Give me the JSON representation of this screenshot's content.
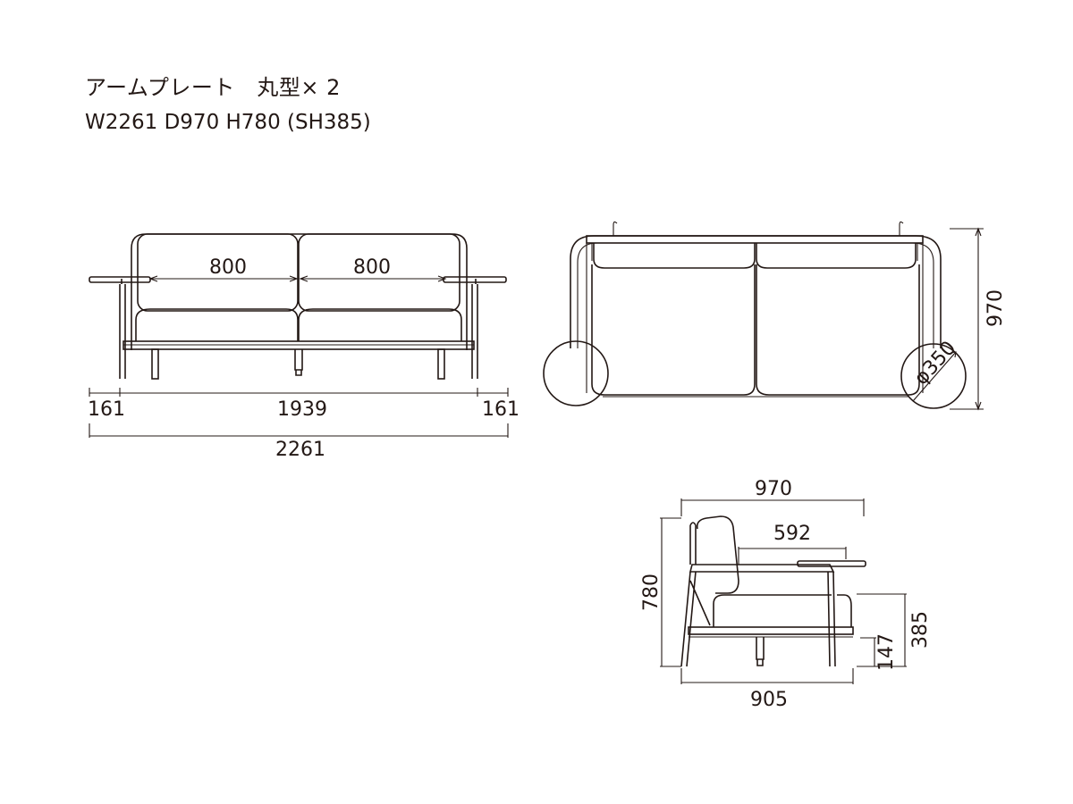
{
  "header": {
    "title": "アームプレート　丸型× 2",
    "spec": "W2261 D970 H780 (SH385)"
  },
  "front_view": {
    "seat_width_left": "800",
    "seat_width_right": "800",
    "arm_left": "161",
    "inner_width": "1939",
    "arm_right": "161",
    "total_width": "2261"
  },
  "top_view": {
    "depth": "970",
    "plate_diameter": "φ350"
  },
  "side_view": {
    "depth": "970",
    "plate_extent": "592",
    "height": "780",
    "seat_height": "385",
    "frame_height": "147",
    "base_depth": "905"
  }
}
